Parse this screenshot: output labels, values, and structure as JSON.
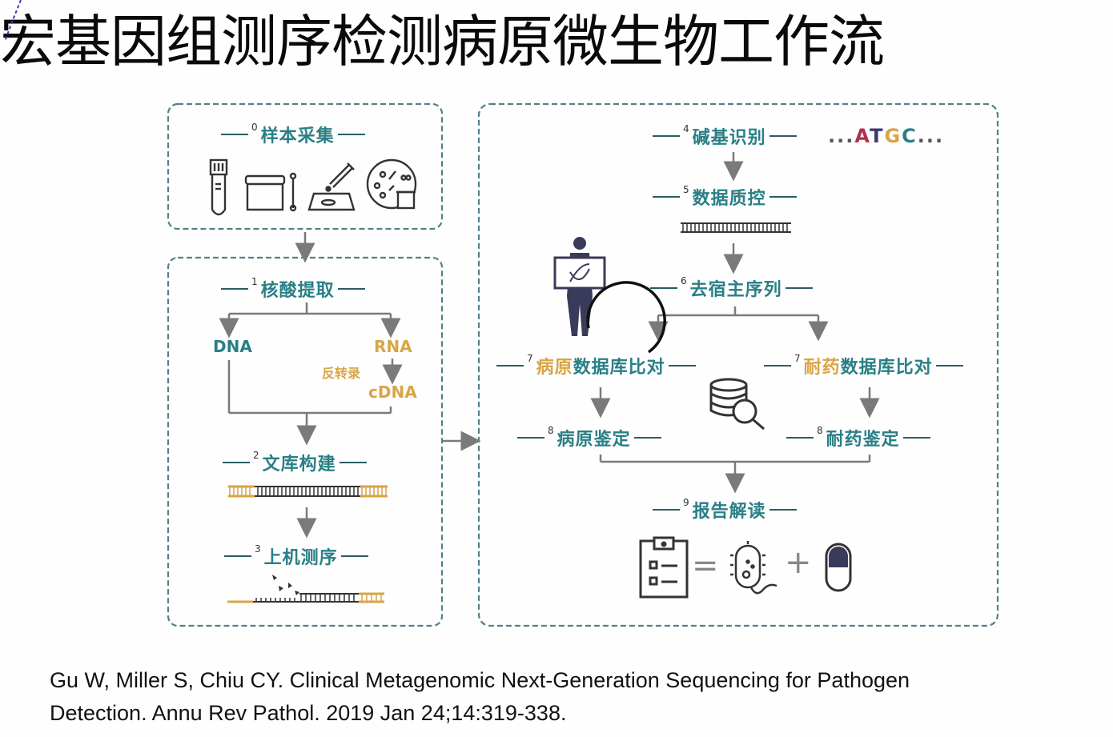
{
  "title": "宏基因组测序检测病原微生物工作流",
  "colors": {
    "teal": "#2a7f86",
    "orange": "#d9a445",
    "gray_arrow": "#7a7a7a",
    "icon_dark": "#3a3a4a",
    "border_dash": "#4f8288"
  },
  "left_panel": {
    "steps": [
      {
        "num": "0",
        "label": "样本采集"
      },
      {
        "num": "1",
        "label": "核酸提取"
      },
      {
        "num": "2",
        "label": "文库构建"
      },
      {
        "num": "3",
        "label": "上机测序"
      }
    ],
    "sample_icons": [
      "blood-tube-icon",
      "specimen-cup-icon",
      "swab-icon",
      "pipette-slide-icon",
      "petri-dish-icon"
    ],
    "dna_label": "DNA",
    "rna_label": "RNA",
    "reverse_transcription_label": "反转录",
    "cdna_label": "cDNA"
  },
  "right_panel": {
    "base_calling": {
      "num": "4",
      "label": "碱基识别"
    },
    "atgc": {
      "prefix": "...",
      "a": "A",
      "t": "T",
      "g": "G",
      "c": "C",
      "suffix": "..."
    },
    "qc": {
      "num": "5",
      "label": "数据质控"
    },
    "host_removal": {
      "num": "6",
      "label": "去宿主序列"
    },
    "pathogen_db": {
      "num": "7",
      "label_a": "病原",
      "label_b": "数据库比对"
    },
    "resistance_db": {
      "num": "7",
      "label_a": "耐药",
      "label_b": "数据库比对"
    },
    "pathogen_id": {
      "num": "8",
      "label": "病原鉴定"
    },
    "resistance_id": {
      "num": "8",
      "label": "耐药鉴定"
    },
    "report": {
      "num": "9",
      "label": "报告解读"
    },
    "equation": {
      "equals": "=",
      "plus": "+"
    }
  },
  "citation": {
    "line1": "Gu W, Miller S, Chiu CY. Clinical Metagenomic Next-Generation Sequencing for Pathogen",
    "line2": "Detection. Annu Rev Pathol. 2019 Jan 24;14:319-338."
  }
}
